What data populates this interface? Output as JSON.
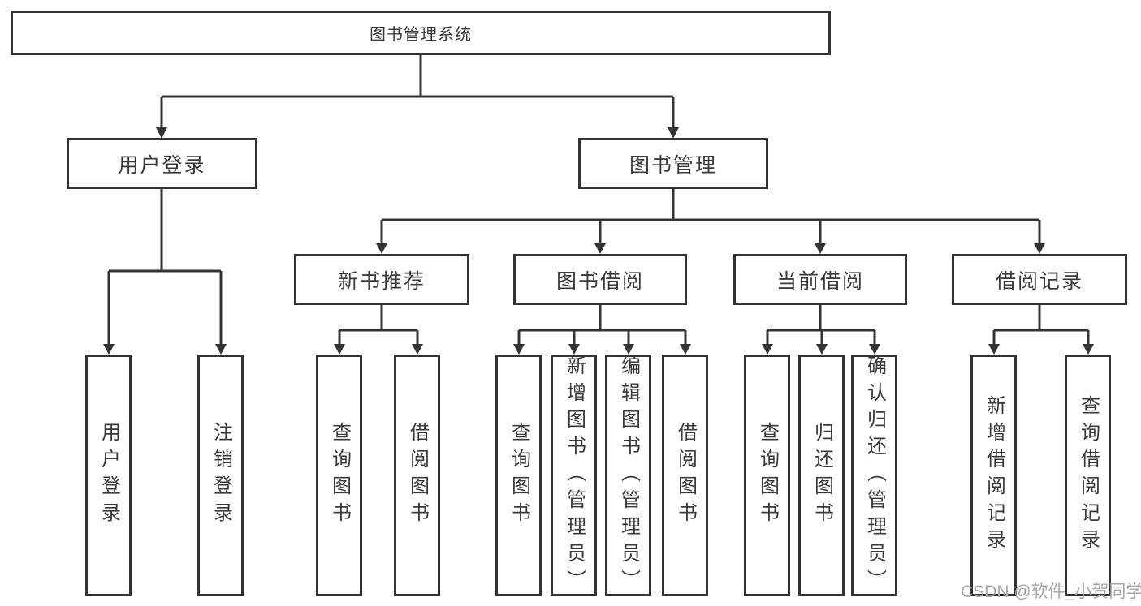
{
  "diagram": {
    "root": {
      "label": "图书管理系统"
    },
    "level2": [
      {
        "id": "user-login",
        "label": "用户登录"
      },
      {
        "id": "book-management",
        "label": "图书管理"
      }
    ],
    "level3": [
      {
        "id": "new-book-recommend",
        "label": "新书推荐",
        "parent": "图书管理"
      },
      {
        "id": "book-borrow",
        "label": "图书借阅",
        "parent": "图书管理"
      },
      {
        "id": "current-borrow",
        "label": "当前借阅",
        "parent": "图书管理"
      },
      {
        "id": "borrow-record",
        "label": "借阅记录",
        "parent": "图书管理"
      }
    ],
    "leaves": [
      {
        "label": "用户登录",
        "parent": "用户登录"
      },
      {
        "label": "注销登录",
        "parent": "用户登录"
      },
      {
        "label": "查询图书",
        "parent": "新书推荐"
      },
      {
        "label": "借阅图书",
        "parent": "新书推荐"
      },
      {
        "label": "查询图书",
        "parent": "图书借阅"
      },
      {
        "label": "新增图书（管理员）",
        "parent": "图书借阅"
      },
      {
        "label": "编辑图书（管理员）",
        "parent": "图书借阅"
      },
      {
        "label": "借阅图书",
        "parent": "图书借阅"
      },
      {
        "label": "查询图书",
        "parent": "当前借阅"
      },
      {
        "label": "归还图书",
        "parent": "当前借阅"
      },
      {
        "label": "确认归还（管理员）",
        "parent": "当前借阅"
      },
      {
        "label": "新增借阅记录",
        "parent": "借阅记录"
      },
      {
        "label": "查询借阅记录",
        "parent": "借阅记录"
      }
    ]
  },
  "watermark": {
    "text": "CSDN @软件_小贺同学"
  },
  "colors": {
    "line": "#333333",
    "text": "#3a3a3a",
    "background": "#ffffff",
    "watermark": "#a6a6a6"
  }
}
